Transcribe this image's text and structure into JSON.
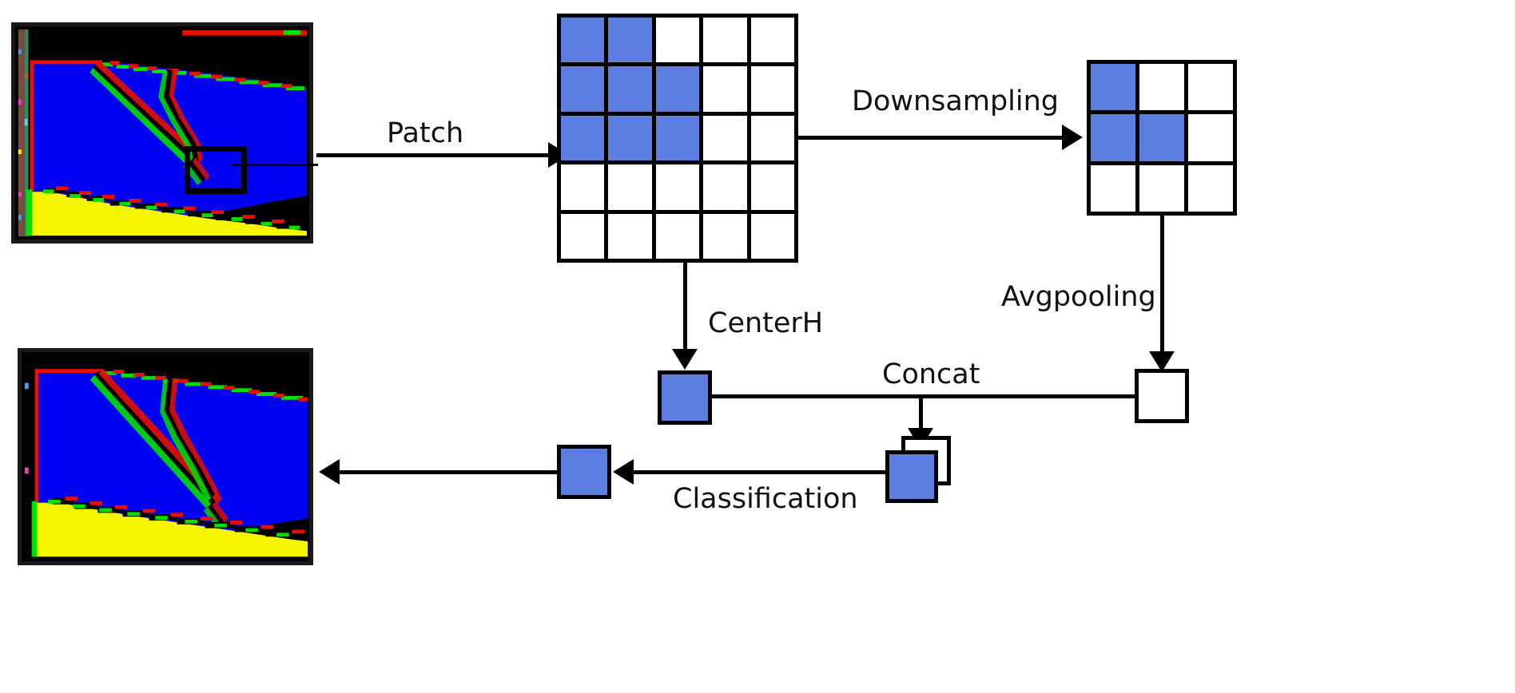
{
  "diagram": {
    "title": "Patch-based classification pipeline",
    "accent_blue": "#5b7ee0",
    "line_color": "#000000",
    "labels": {
      "patch": "Patch",
      "downsampling": "Downsampling",
      "avgpooling": "Avgpooling",
      "centerh": "CenterH",
      "concat": "Concat",
      "classification": "Classification"
    },
    "nodes": {
      "input_image": {
        "name": "input-hyperspectral-classification-map",
        "highlight_box": "patch-selection-rectangle"
      },
      "output_image": {
        "name": "output-classification-map"
      },
      "patch_grid": {
        "rows": 5,
        "cols": 5,
        "filled": [
          [
            0,
            0
          ],
          [
            0,
            1
          ],
          [
            1,
            0
          ],
          [
            1,
            1
          ],
          [
            1,
            2
          ],
          [
            2,
            0
          ],
          [
            2,
            1
          ],
          [
            2,
            2
          ]
        ]
      },
      "downsampled_grid": {
        "rows": 3,
        "cols": 3,
        "filled": [
          [
            0,
            0
          ],
          [
            1,
            0
          ],
          [
            1,
            1
          ]
        ]
      },
      "centerh_square": {
        "fill": "blue"
      },
      "avgpool_square": {
        "fill": "white"
      },
      "concat_stack": {
        "front_fill": "blue",
        "back_fill": "white"
      },
      "classified_square": {
        "fill": "blue"
      }
    },
    "image_palette": {
      "background": "#000000",
      "class_blue": "#0000f2",
      "class_yellow": "#f5f500",
      "edge_red": "#e81000",
      "edge_green": "#00e000",
      "border": "#1a1a1a"
    }
  }
}
